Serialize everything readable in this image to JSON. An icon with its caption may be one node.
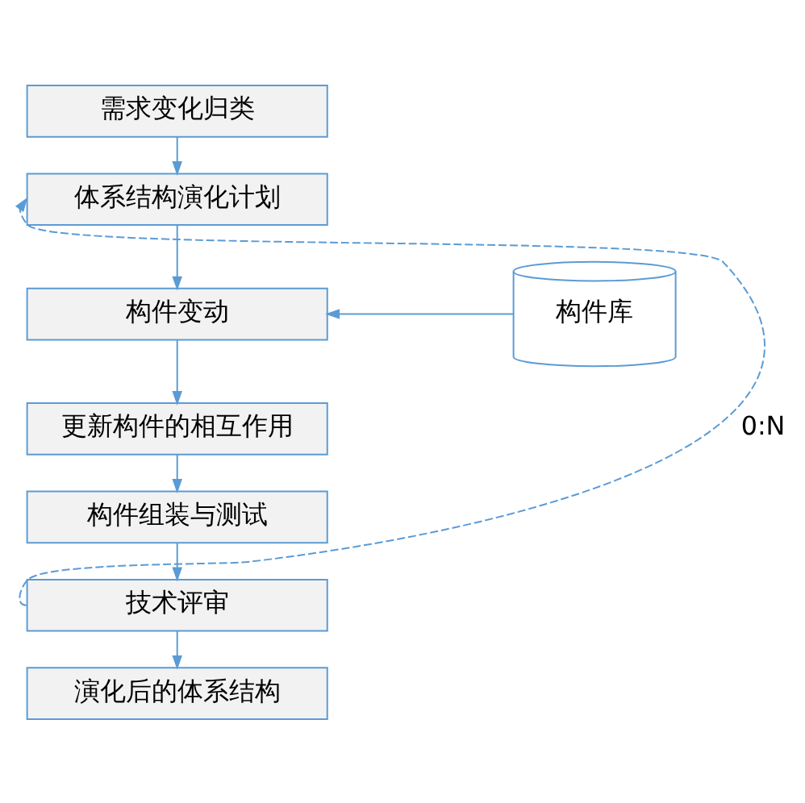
{
  "diagram": {
    "nodes": [
      {
        "text": [
          "需求变化归类"
        ]
      },
      {
        "text": [
          "体系结构演化计划"
        ]
      },
      {
        "text": [
          "构件变动"
        ]
      },
      {
        "text": [
          "更新构件的相互作用"
        ]
      },
      {
        "text": [
          "构件组装与测试"
        ]
      },
      {
        "text": [
          "技术评审"
        ]
      },
      {
        "text": [
          "演化后的体系结构"
        ]
      },
      {
        "text": [
          "构件库"
        ]
      }
    ],
    "edges": [
      {
        "from": 0,
        "to": 1,
        "arrow": "to"
      },
      {
        "from": 1,
        "to": 2,
        "arrow": "to"
      },
      {
        "from": 2,
        "to": 3,
        "arrow": "to"
      },
      {
        "from": 3,
        "to": 4,
        "arrow": "to"
      },
      {
        "from": 4,
        "to": 5,
        "arrow": "to"
      },
      {
        "from": 5,
        "to": 6,
        "arrow": "to"
      },
      {
        "from": 7,
        "to": 2,
        "arrow": "to"
      },
      {
        "from": 5,
        "to": 1,
        "arrow": "to",
        "style": "dashed",
        "label": "0:N"
      }
    ]
  }
}
